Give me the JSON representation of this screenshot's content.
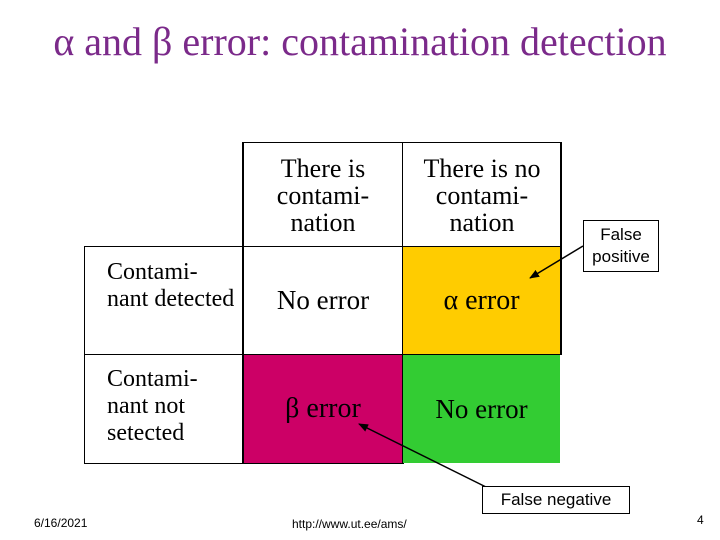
{
  "title": "α and β error: contamination detection",
  "table": {
    "col_headers": [
      "There is contami-nation",
      "There is no contami-nation"
    ],
    "row_headers": [
      "Contami-nant detected",
      "Contami-nant not setected"
    ],
    "cells": [
      [
        "No error",
        "α error"
      ],
      [
        "β error",
        "No error"
      ]
    ],
    "colors": {
      "alpha_error": "#ffcc00",
      "beta_error": "#cc0066",
      "no_error": "#33cc33"
    }
  },
  "callouts": {
    "false_positive": "False positive",
    "false_negative": "False negative"
  },
  "footer": {
    "date": "6/16/2021",
    "url": "http://www.ut.ee/ams/",
    "page": "4"
  }
}
